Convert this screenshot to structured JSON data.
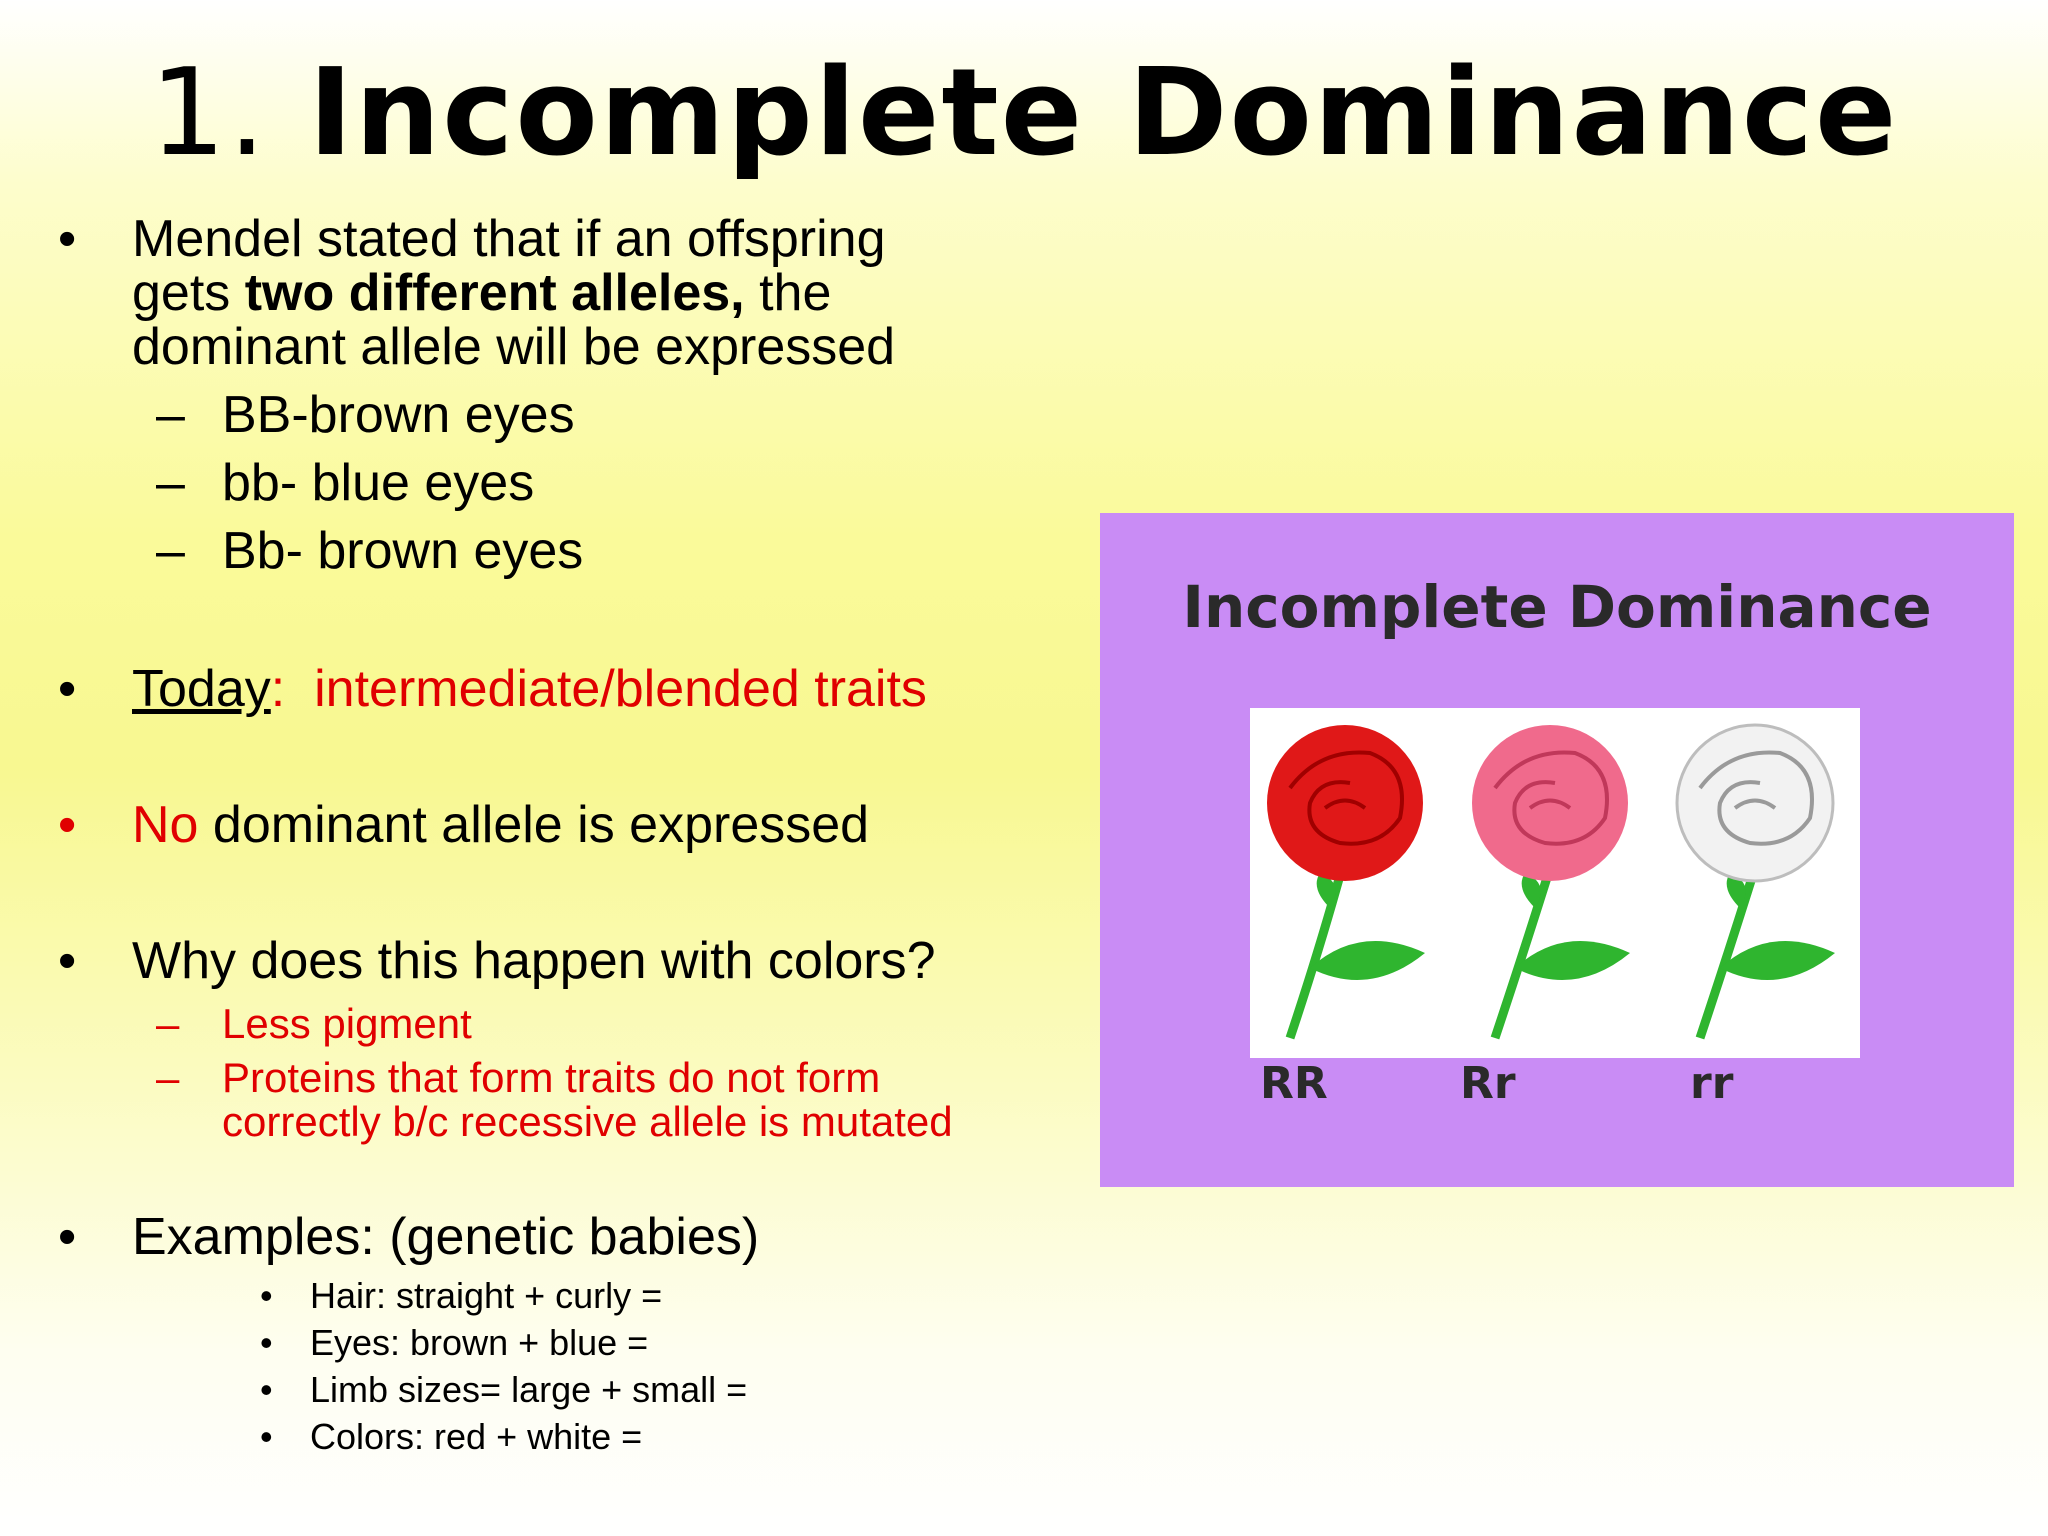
{
  "title": {
    "number": "1.",
    "text": "Incomplete Dominance"
  },
  "bullets": {
    "mendel": {
      "line1": "Mendel stated that if an offspring",
      "line2_pre": "gets ",
      "line2_bold": "two different alleles,",
      "line2_post": " the",
      "line3": "dominant allele will be expressed",
      "subs": [
        "BB-brown eyes",
        "bb- blue eyes",
        "Bb- brown eyes"
      ]
    },
    "today": {
      "label": "Today",
      "colon": ":",
      "text": "intermediate/blended traits"
    },
    "no_dominant": {
      "no": "No",
      "rest": " dominant allele is expressed"
    },
    "why": {
      "text": "Why does this happen with colors?",
      "subs": [
        "Less pigment",
        "Proteins that form traits do not form",
        "correctly b/c recessive allele is mutated"
      ]
    },
    "examples": {
      "text": "Examples: (genetic babies)",
      "items": [
        "Hair:  straight + curly =",
        "Eyes:  brown + blue =",
        "Limb sizes= large + small =",
        "Colors:  red + white ="
      ]
    }
  },
  "figure": {
    "title": "Incomplete Dominance",
    "genotypes": [
      "RR",
      "Rr",
      "rr"
    ],
    "colors": {
      "background": "#c98cf5",
      "red_rose": "#e01818",
      "pink_rose": "#f06a8c",
      "white_rose": "#f2f2f2",
      "stem": "#2fb52f"
    }
  },
  "markers": {
    "bullet": "•",
    "dash": "–"
  }
}
